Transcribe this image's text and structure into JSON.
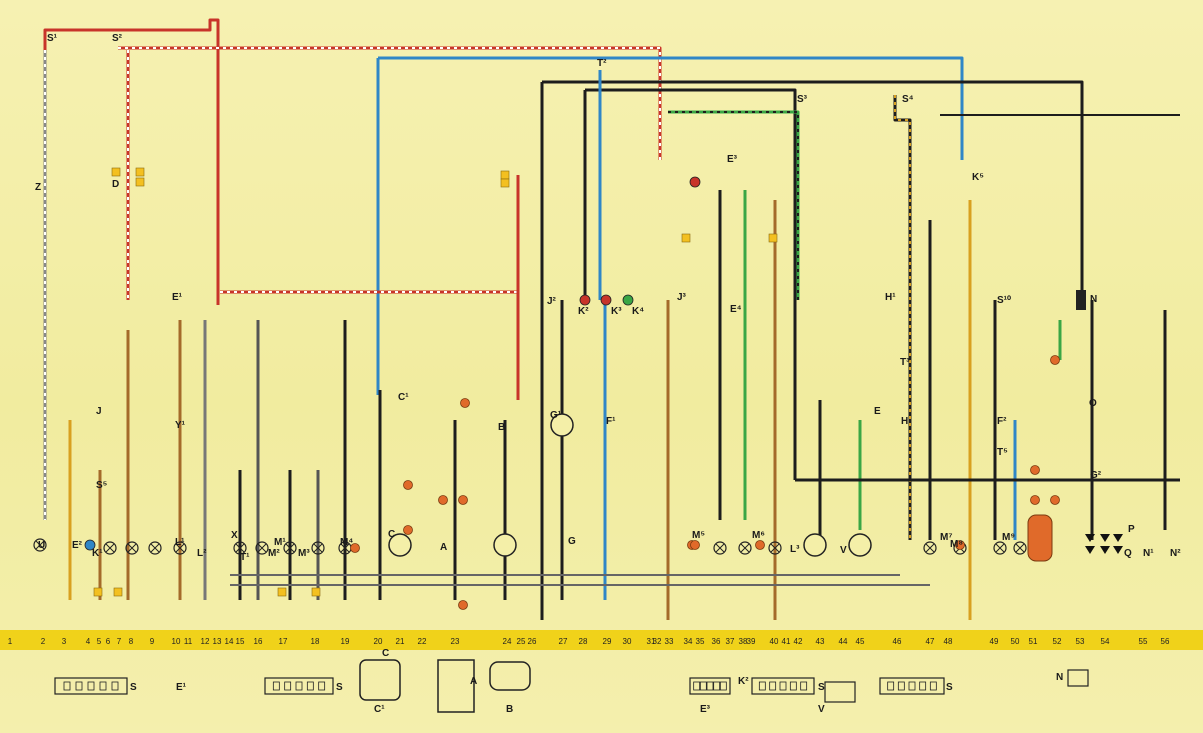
{
  "diagram": {
    "colors": {
      "background": "#f4efa8",
      "red": "#c8342a",
      "blue": "#2f86c7",
      "green": "#3aa645",
      "black": "#1d1d1d",
      "brown": "#a46a2a",
      "yellow_ochre": "#d8a020",
      "orange_node": "#e06a2a",
      "strip": "#f0d21a"
    },
    "strip_numbers": [
      "1",
      "2",
      "3",
      "4",
      "5",
      "6",
      "7",
      "8",
      "9",
      "10",
      "11",
      "12",
      "13",
      "14",
      "15",
      "16",
      "17",
      "18",
      "19",
      "20",
      "21",
      "22",
      "23",
      "24",
      "25",
      "26",
      "27",
      "28",
      "29",
      "30",
      "31",
      "32",
      "33",
      "34",
      "35",
      "36",
      "37",
      "38",
      "39",
      "40",
      "41",
      "42",
      "43",
      "44",
      "45",
      "46",
      "47",
      "48",
      "49",
      "50",
      "51",
      "52",
      "53",
      "54",
      "55",
      "56"
    ],
    "component_labels": [
      {
        "text": "S¹"
      },
      {
        "text": "S²"
      },
      {
        "text": "T²"
      },
      {
        "text": "S³"
      },
      {
        "text": "S⁴"
      },
      {
        "text": "Z"
      },
      {
        "text": "D"
      },
      {
        "text": "E¹"
      },
      {
        "text": "J"
      },
      {
        "text": "Y¹"
      },
      {
        "text": "S⁵"
      },
      {
        "text": "U"
      },
      {
        "text": "E²"
      },
      {
        "text": "K¹"
      },
      {
        "text": "L¹"
      },
      {
        "text": "L²"
      },
      {
        "text": "M¹"
      },
      {
        "text": "M²"
      },
      {
        "text": "M³"
      },
      {
        "text": "M⁴"
      },
      {
        "text": "C¹"
      },
      {
        "text": "C"
      },
      {
        "text": "A"
      },
      {
        "text": "B"
      },
      {
        "text": "G¹"
      },
      {
        "text": "G"
      },
      {
        "text": "F¹"
      },
      {
        "text": "J²"
      },
      {
        "text": "K²"
      },
      {
        "text": "K³"
      },
      {
        "text": "K⁴"
      },
      {
        "text": "J³"
      },
      {
        "text": "E³"
      },
      {
        "text": "E⁴"
      },
      {
        "text": "M⁵"
      },
      {
        "text": "M⁶"
      },
      {
        "text": "L³"
      },
      {
        "text": "V"
      },
      {
        "text": "E"
      },
      {
        "text": "H"
      },
      {
        "text": "H¹"
      },
      {
        "text": "T³"
      },
      {
        "text": "K⁵"
      },
      {
        "text": "M⁷"
      },
      {
        "text": "M⁸"
      },
      {
        "text": "S¹⁰"
      },
      {
        "text": "F²"
      },
      {
        "text": "T⁵"
      },
      {
        "text": "M⁹"
      },
      {
        "text": "N"
      },
      {
        "text": "O"
      },
      {
        "text": "G²"
      },
      {
        "text": "Q"
      },
      {
        "text": "N¹"
      },
      {
        "text": "N²"
      },
      {
        "text": "P"
      },
      {
        "text": "X"
      },
      {
        "text": "T¹"
      }
    ],
    "connector_views": [
      {
        "text": "S"
      },
      {
        "text": "E¹"
      },
      {
        "text": "S"
      },
      {
        "text": "C"
      },
      {
        "text": "C¹"
      },
      {
        "text": "A"
      },
      {
        "text": "B"
      },
      {
        "text": "E³"
      },
      {
        "text": "K²"
      },
      {
        "text": "S"
      },
      {
        "text": "V"
      },
      {
        "text": "S"
      },
      {
        "text": "N"
      }
    ]
  }
}
